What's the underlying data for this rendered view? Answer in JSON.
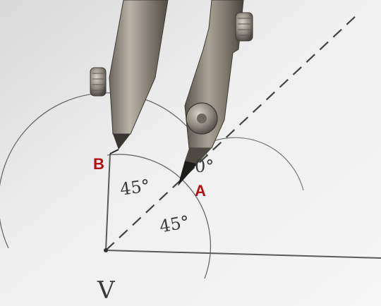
{
  "labels": {
    "point_a": "A",
    "point_b": "B",
    "vertex": "V",
    "angle_upper": "45°",
    "angle_lower": "45°",
    "angle_right": "0°"
  },
  "colors": {
    "label_red": "#b30f14",
    "paper": "#ececec",
    "ink": "#555555",
    "metal_dark": "#4e4a43",
    "metal_mid": "#8a857c",
    "metal_light": "#c9c4ba"
  },
  "icons": {
    "compass": "drawing-compass"
  }
}
